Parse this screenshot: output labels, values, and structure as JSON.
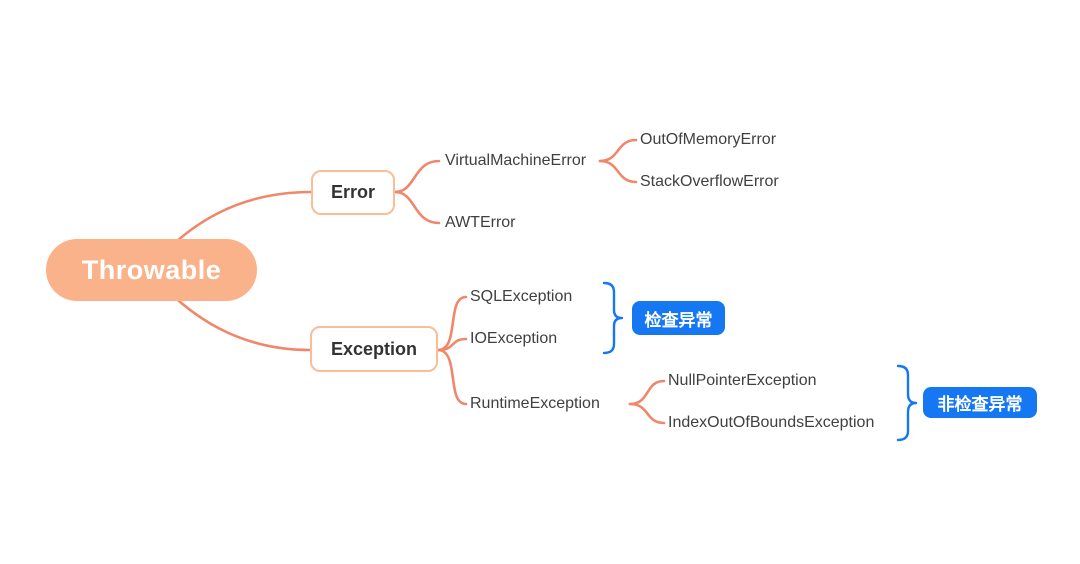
{
  "colors": {
    "background": "#FFFFFF",
    "branch_line": "#F0876B",
    "root_fill": "#F9B289",
    "root_text": "#FFFFFF",
    "topic_fill": "#FFFFFF",
    "topic_border": "#F9BD97",
    "topic_text": "#333333",
    "label_text": "#404040",
    "callout_fill": "#1677F2",
    "callout_text": "#FFFFFF"
  },
  "tree": {
    "label": "Throwable",
    "children": [
      {
        "label": "Error",
        "children": [
          {
            "label": "VirtualMachineError",
            "children": [
              {
                "label": "OutOfMemoryError"
              },
              {
                "label": "StackOverflowError"
              }
            ]
          },
          {
            "label": "AWTError"
          }
        ]
      },
      {
        "label": "Exception",
        "children": [
          {
            "label": "SQLException"
          },
          {
            "label": "IOException"
          },
          {
            "label": "RuntimeException",
            "children": [
              {
                "label": "NullPointerException"
              },
              {
                "label": "IndexOutOfBoundsException"
              }
            ]
          }
        ],
        "callouts": [
          {
            "label": "检查异常",
            "applies_to": [
              "SQLException",
              "IOException"
            ]
          },
          {
            "label": "非检查异常",
            "applies_to": [
              "NullPointerException",
              "IndexOutOfBoundsException"
            ]
          }
        ]
      }
    ]
  }
}
